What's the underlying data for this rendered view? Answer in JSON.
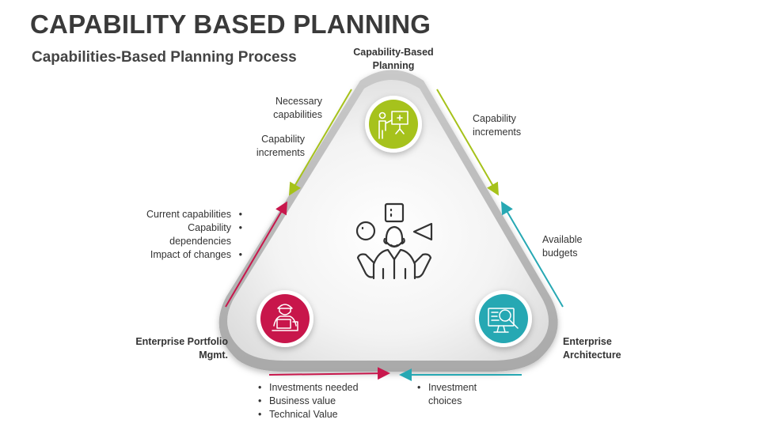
{
  "header": {
    "title": "CAPABILITY BASED PLANNING",
    "subtitle": "Capabilities-Based Planning Process"
  },
  "nodes": {
    "top": {
      "label": "Capability-Based Planning",
      "color": "#a6c21a",
      "icon": "presentation-icon"
    },
    "left": {
      "label": "Enterprise Portfolio Mgmt.",
      "color": "#c8174c",
      "icon": "worker-laptop-icon"
    },
    "right": {
      "label": "Enterprise Architecture",
      "color": "#27a8b3",
      "icon": "monitor-search-icon"
    }
  },
  "center_icon": "juggling-person-icon",
  "flows": {
    "top_left_outer": [
      "Necessary capabilities",
      "Capability increments"
    ],
    "top_right": "Capability increments",
    "left_side": [
      "Current capabilities",
      "Capability dependencies",
      "Impact of changes"
    ],
    "right_side": "Available budgets",
    "bottom_left": [
      "Investments needed",
      "Business value",
      "Technical Value"
    ],
    "bottom_right": [
      "Investment choices"
    ]
  },
  "colors": {
    "green": "#a6c21a",
    "red": "#c8174c",
    "teal": "#27a8b3",
    "triangle_fill": "#dcdcdc",
    "triangle_border": "#bfbfbf"
  }
}
